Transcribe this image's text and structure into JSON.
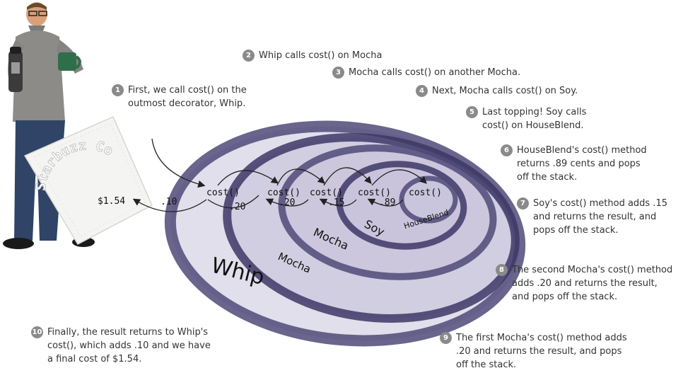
{
  "diagram": {
    "napkin": {
      "brand": "Starbuzz Coffee"
    },
    "layers": [
      {
        "label": "Whip"
      },
      {
        "label": "Mocha"
      },
      {
        "label": "Mocha"
      },
      {
        "label": "Soy"
      },
      {
        "label": "HouseBlend"
      }
    ],
    "cost_calls": [
      "cost()",
      "cost()",
      "cost()",
      "cost()",
      "cost()"
    ],
    "returns": [
      ".10",
      ".20",
      ".20",
      ".15",
      ".89"
    ],
    "final_total": "$1.54",
    "steps": [
      {
        "num": "1",
        "text": "First, we call cost() on the\noutmost decorator, Whip."
      },
      {
        "num": "2",
        "text": "Whip calls cost() on Mocha"
      },
      {
        "num": "3",
        "text": "Mocha calls cost() on another Mocha."
      },
      {
        "num": "4",
        "text": "Next, Mocha calls cost() on Soy."
      },
      {
        "num": "5",
        "text": "Last topping! Soy calls\ncost() on HouseBlend."
      },
      {
        "num": "6",
        "text": "HouseBlend's cost() method\nreturns .89 cents and pops\noff the stack."
      },
      {
        "num": "7",
        "text": "Soy's cost() method adds .15\nand returns the result, and\npops off the stack."
      },
      {
        "num": "8",
        "text": "The second Mocha's cost() method\nadds .20 and returns the result,\nand pops off the stack."
      },
      {
        "num": "9",
        "text": "The first Mocha's cost() method adds\n.20 and returns the result, and pops\noff the stack."
      },
      {
        "num": "10",
        "text": "Finally, the result returns to Whip's\ncost(), which adds .10 and we have\na final cost of $1.54."
      }
    ],
    "colors": {
      "ring_outer": "#4f4a78",
      "ring_fill": "#c9c4db",
      "ring_dark": "#3d3766",
      "text": "#333333",
      "badge": "#8a8a8a"
    }
  }
}
